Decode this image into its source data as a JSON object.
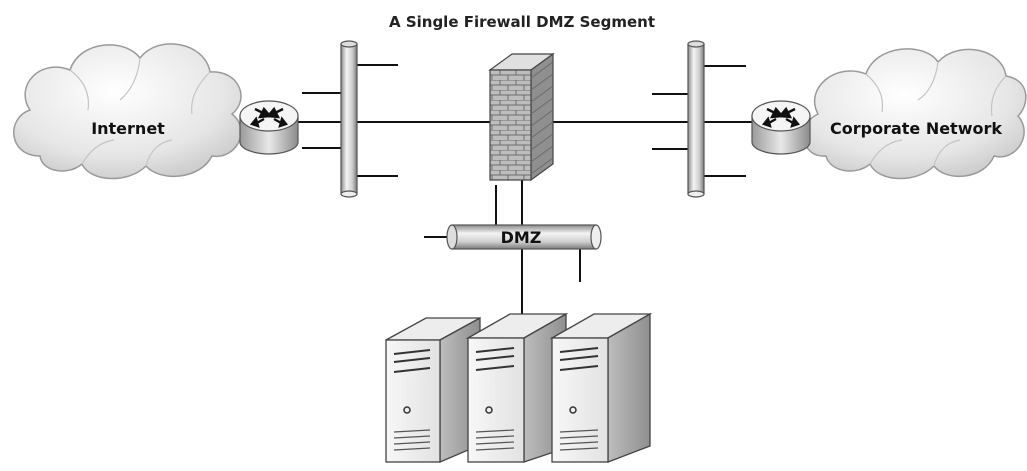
{
  "diagram": {
    "title": "A Single Firewall DMZ Segment",
    "nodes": {
      "internet": {
        "label": "Internet"
      },
      "corporate": {
        "label": "Corporate Network"
      },
      "dmz": {
        "label": "DMZ"
      }
    }
  }
}
